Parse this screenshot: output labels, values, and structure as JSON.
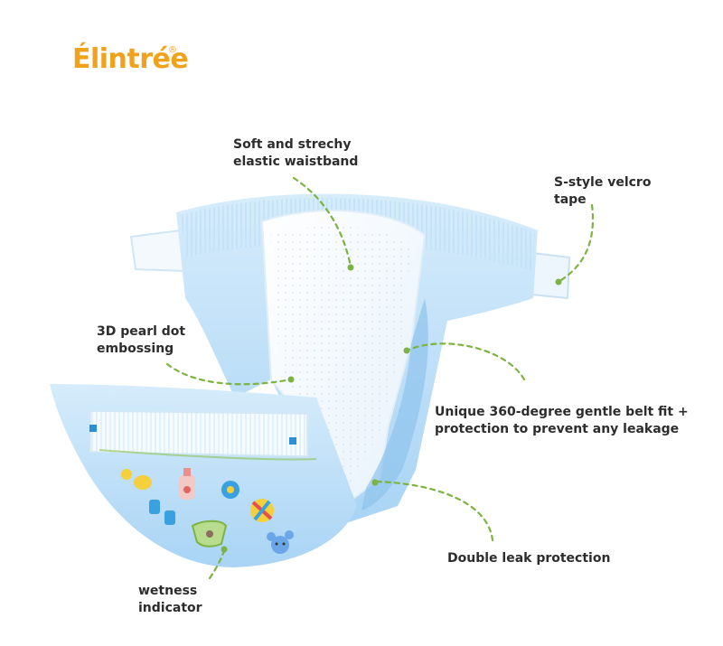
{
  "brand": {
    "name": "Élintrée",
    "trademark": "®",
    "color": "#f0a21c"
  },
  "callout_color": "#7cb342",
  "callouts": [
    {
      "id": "waistband",
      "lines": [
        "Soft and strechy",
        "elastic waistband"
      ]
    },
    {
      "id": "velcro",
      "lines": [
        "S-style velcro",
        "tape"
      ]
    },
    {
      "id": "pearl",
      "lines": [
        "3D pearl dot",
        "embossing"
      ]
    },
    {
      "id": "belt",
      "lines": [
        "Unique 360-degree gentle belt fit +",
        "protection to prevent any leakage"
      ]
    },
    {
      "id": "leak",
      "lines": [
        "Double leak protection"
      ]
    },
    {
      "id": "wetness",
      "lines": [
        "wetness",
        "indicator"
      ]
    }
  ]
}
